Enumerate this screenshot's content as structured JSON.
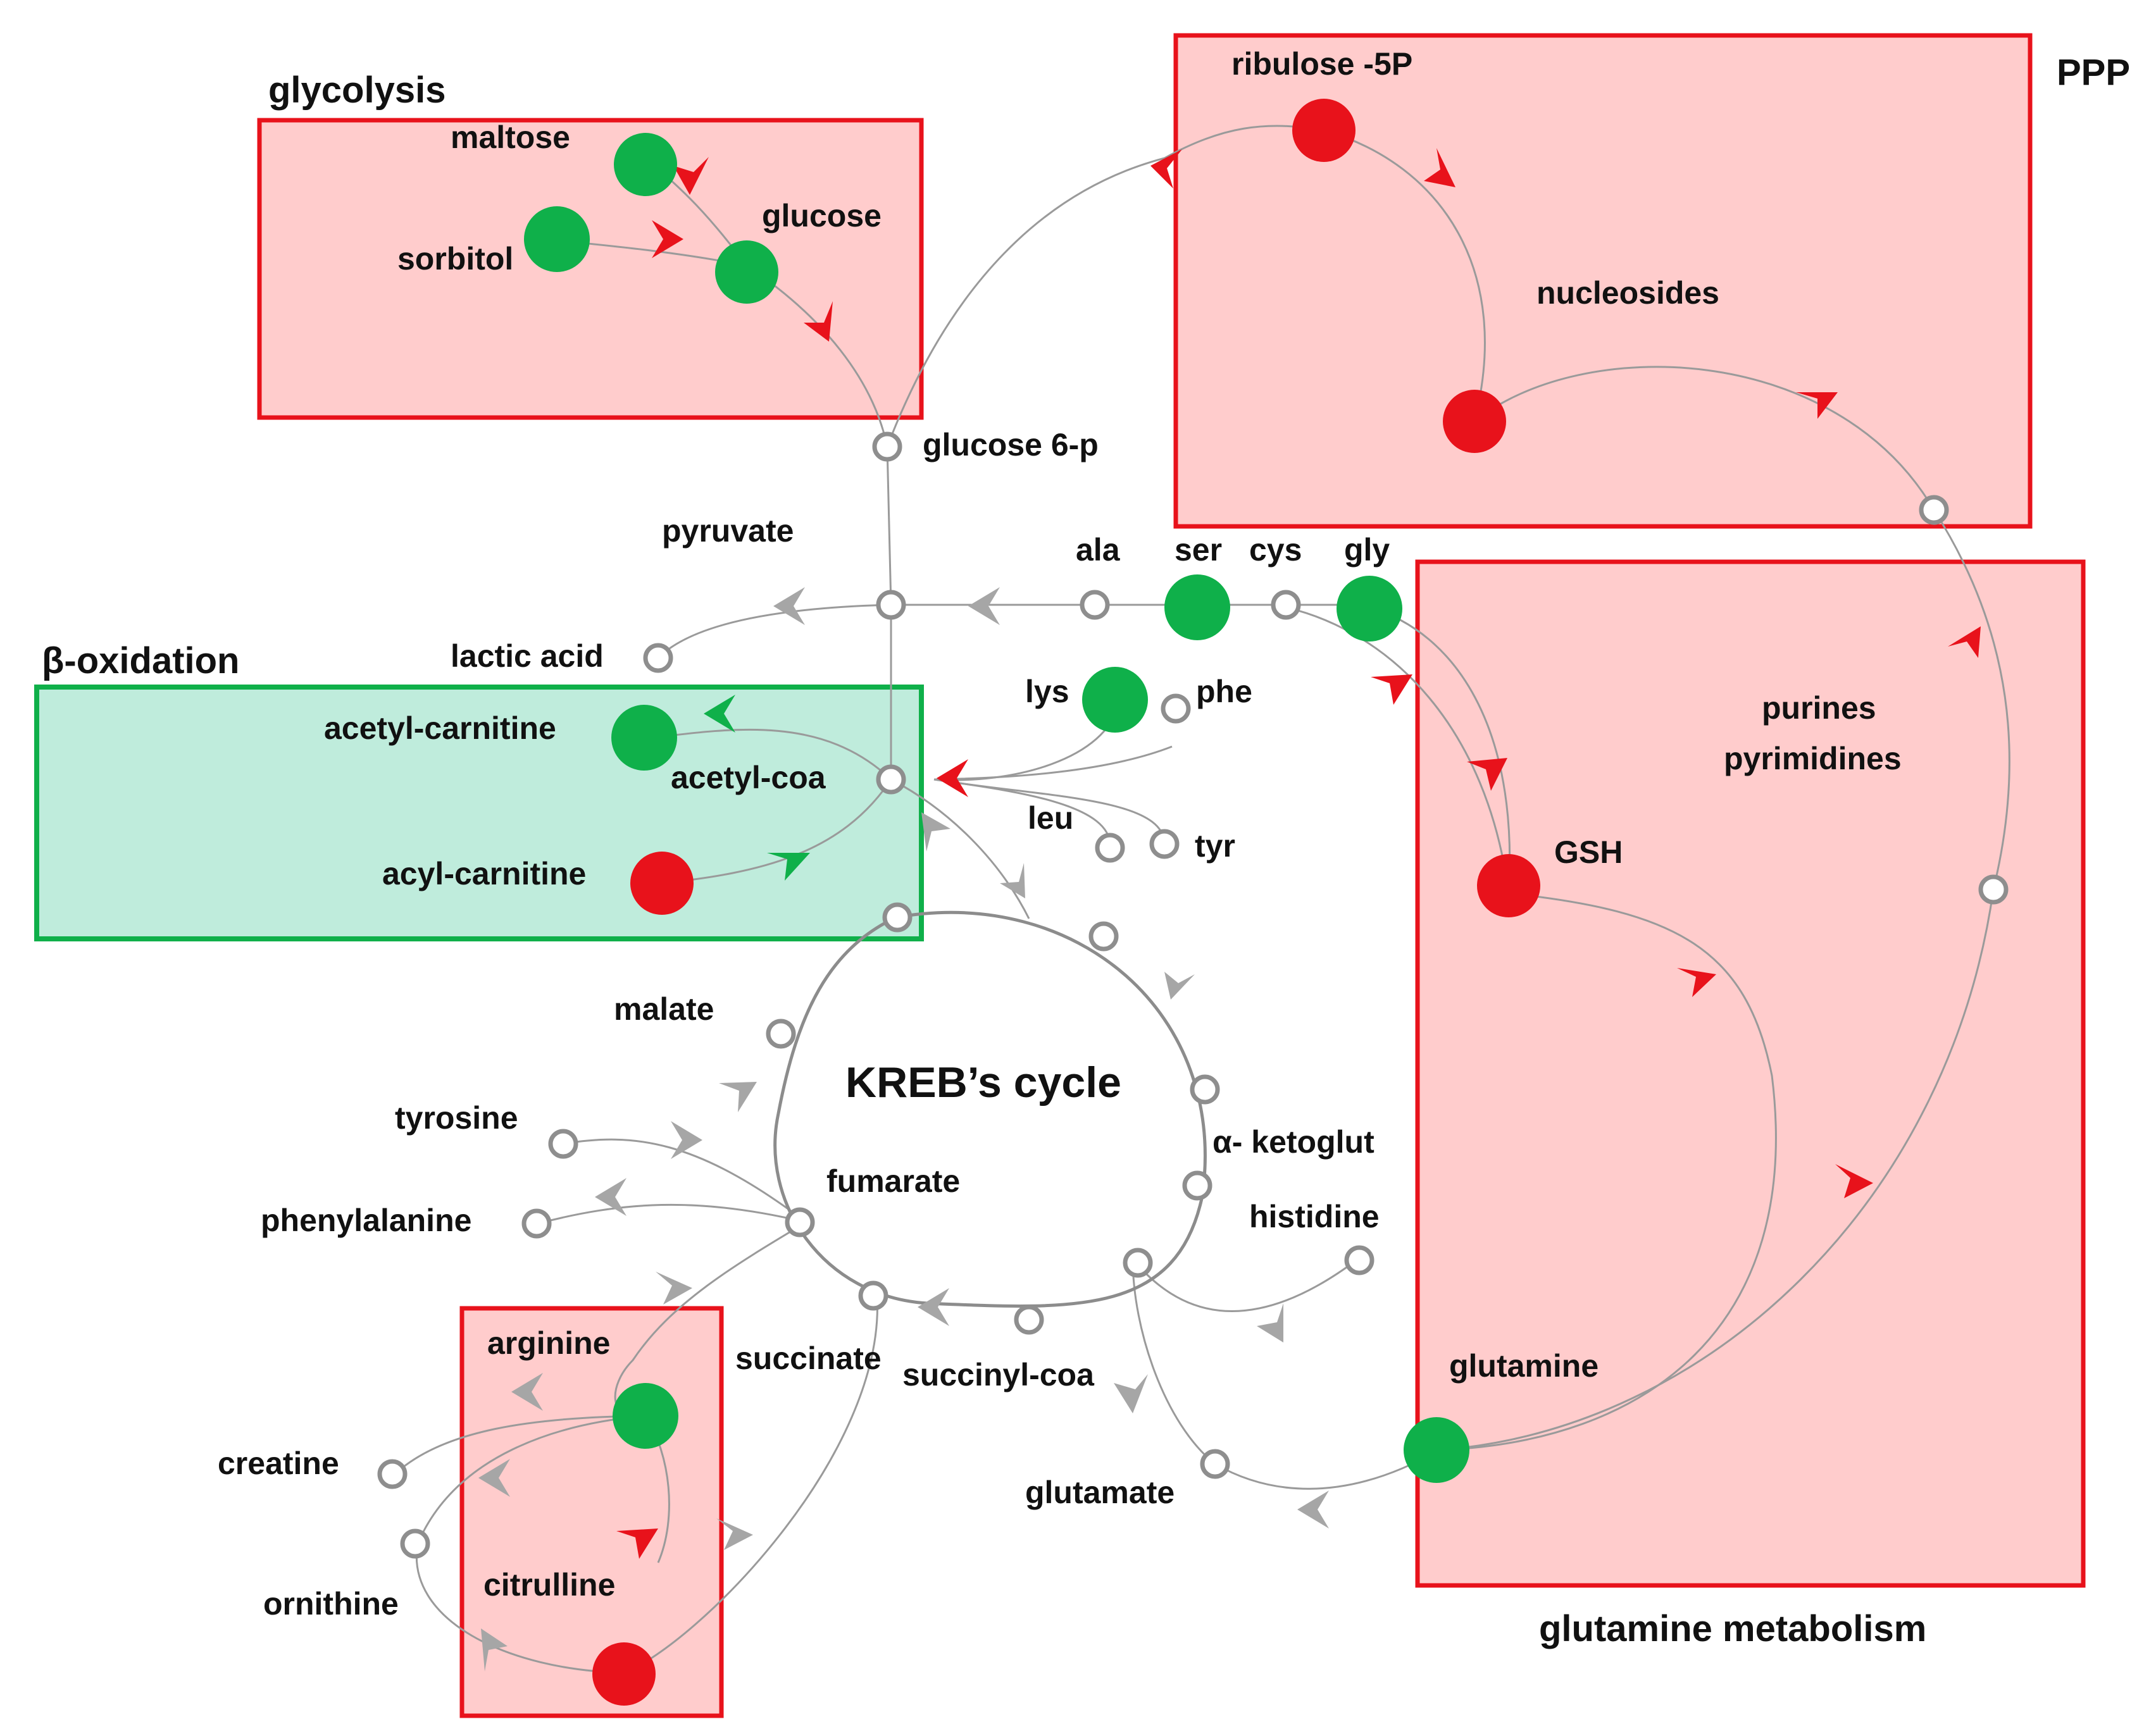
{
  "colors": {
    "up": "#e8121b",
    "down": "#0fb04a",
    "neutral": "#8e8e8e",
    "box_red_fill": "#ffcccc",
    "box_green_fill": "#bfecdc"
  },
  "pathways": {
    "glycolysis": "glycolysis",
    "ppp": "PPP",
    "beta_oxidation": "β-oxidation",
    "glutamine_metabolism": "glutamine metabolism",
    "krebs": "KREB’s cycle"
  },
  "metabolites": {
    "maltose": "maltose",
    "sorbitol": "sorbitol",
    "glucose": "glucose",
    "glucose6p": "glucose 6-p",
    "ribulose": "ribulose -5P",
    "nucleosides": "nucleosides",
    "pyruvate": "pyruvate",
    "ala": "ala",
    "ser": "ser",
    "cys": "cys",
    "gly": "gly",
    "lactic": "lactic acid",
    "acetyl_carnitine": "acetyl-carnitine",
    "acetyl_coa": "acetyl-coa",
    "acyl_carnitine": "acyl-carnitine",
    "lys": "lys",
    "phe": "phe",
    "leu": "leu",
    "tyr": "tyr",
    "purines": "purines",
    "pyrimidines": "pyrimidines",
    "gsh": "GSH",
    "malate": "malate",
    "ketoglut": "α- ketoglut",
    "tyrosine": "tyrosine",
    "phenylalanine": "phenylalanine",
    "fumarate": "fumarate",
    "histidine": "histidine",
    "arginine": "arginine",
    "succinate": "succinate",
    "succinyl_coa": "succinyl-coa",
    "glutamine": "glutamine",
    "creatine": "creatine",
    "glutamate": "glutamate",
    "ornithine": "ornithine",
    "citrulline": "citrulline"
  },
  "node_status": {
    "maltose": "down",
    "sorbitol": "down",
    "glucose": "down",
    "ribulose": "up",
    "nucleosides": "up",
    "ser": "down",
    "gly": "down",
    "lys": "down",
    "acetyl_carnitine": "down",
    "acyl_carnitine": "up",
    "gsh": "up",
    "arginine": "down",
    "citrulline": "up",
    "glutamine": "down"
  }
}
